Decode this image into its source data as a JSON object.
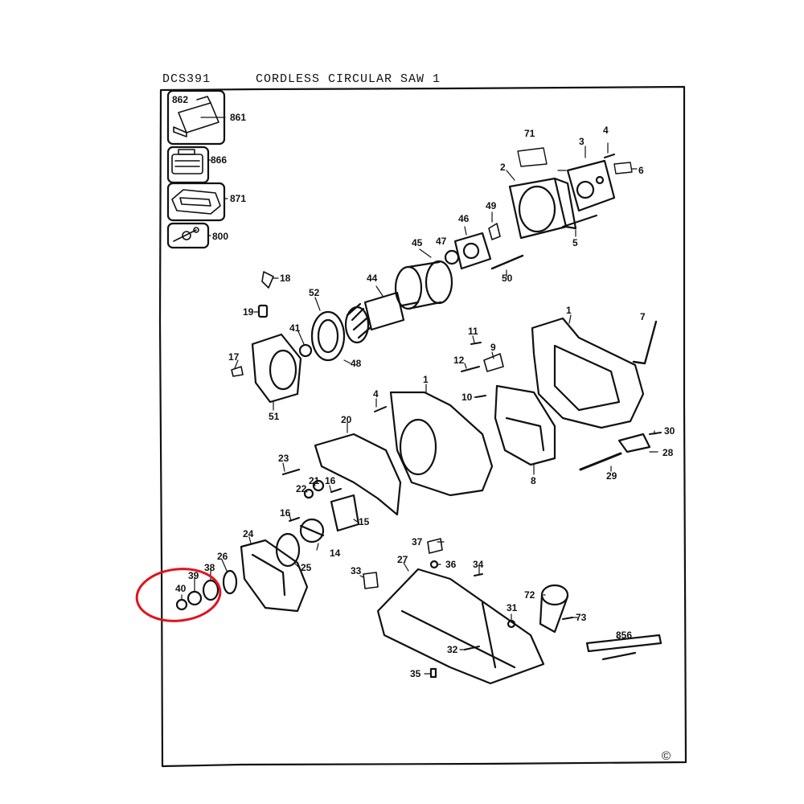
{
  "header": {
    "model": "DCS391",
    "title": "CORDLESS CIRCULAR SAW 1"
  },
  "copyright": "©",
  "highlight_color": "#e0141e",
  "line_color": "#111111",
  "parts": {
    "862": "862",
    "861": "861",
    "866": "866",
    "871": "871",
    "800": "800",
    "71": "71",
    "4": "4",
    "3": "3",
    "6": "6",
    "2": "2",
    "5": "5",
    "49": "49",
    "46": "46",
    "47": "47",
    "45": "45",
    "50": "50",
    "18": "18",
    "19": "19",
    "52": "52",
    "44": "44",
    "41": "41",
    "48": "48",
    "17": "17",
    "51": "51",
    "1": "1",
    "7": "7",
    "11": "11",
    "9": "9",
    "12": "12",
    "10": "10",
    "20": "20",
    "8": "8",
    "30": "30",
    "28": "28",
    "29": "29",
    "23": "23",
    "21": "21",
    "16": "16",
    "22": "22",
    "15": "15",
    "14": "14",
    "24": "24",
    "25": "25",
    "26": "26",
    "38": "38",
    "39": "39",
    "40": "40",
    "37": "37",
    "36": "36",
    "27": "27",
    "33": "33",
    "34": "34",
    "72": "72",
    "73": "73",
    "31": "31",
    "856": "856",
    "32": "32",
    "35": "35"
  }
}
